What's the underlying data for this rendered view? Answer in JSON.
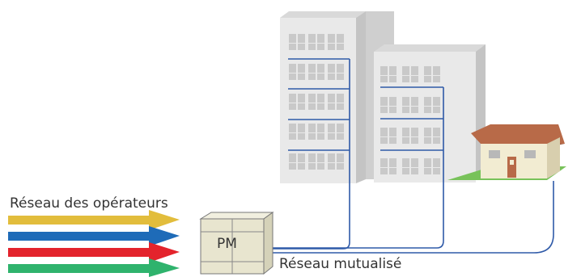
{
  "labels": {
    "operators_network": "Réseau des opérateurs",
    "shared_network": "Réseau mutualisé",
    "pm": "PM"
  },
  "colors": {
    "arrow_yellow": "#e2bd3c",
    "arrow_blue": "#1e6bb8",
    "arrow_red": "#e3232c",
    "arrow_green": "#2fb36d",
    "fiber_line": "#2f5aa8",
    "building_front": "#e9e9e9",
    "building_side": "#cfcfcf",
    "cabinet": "#e8e5cf",
    "house_wall": "#f2ecd2",
    "house_roof": "#b86a48",
    "lawn": "#78c25a"
  }
}
